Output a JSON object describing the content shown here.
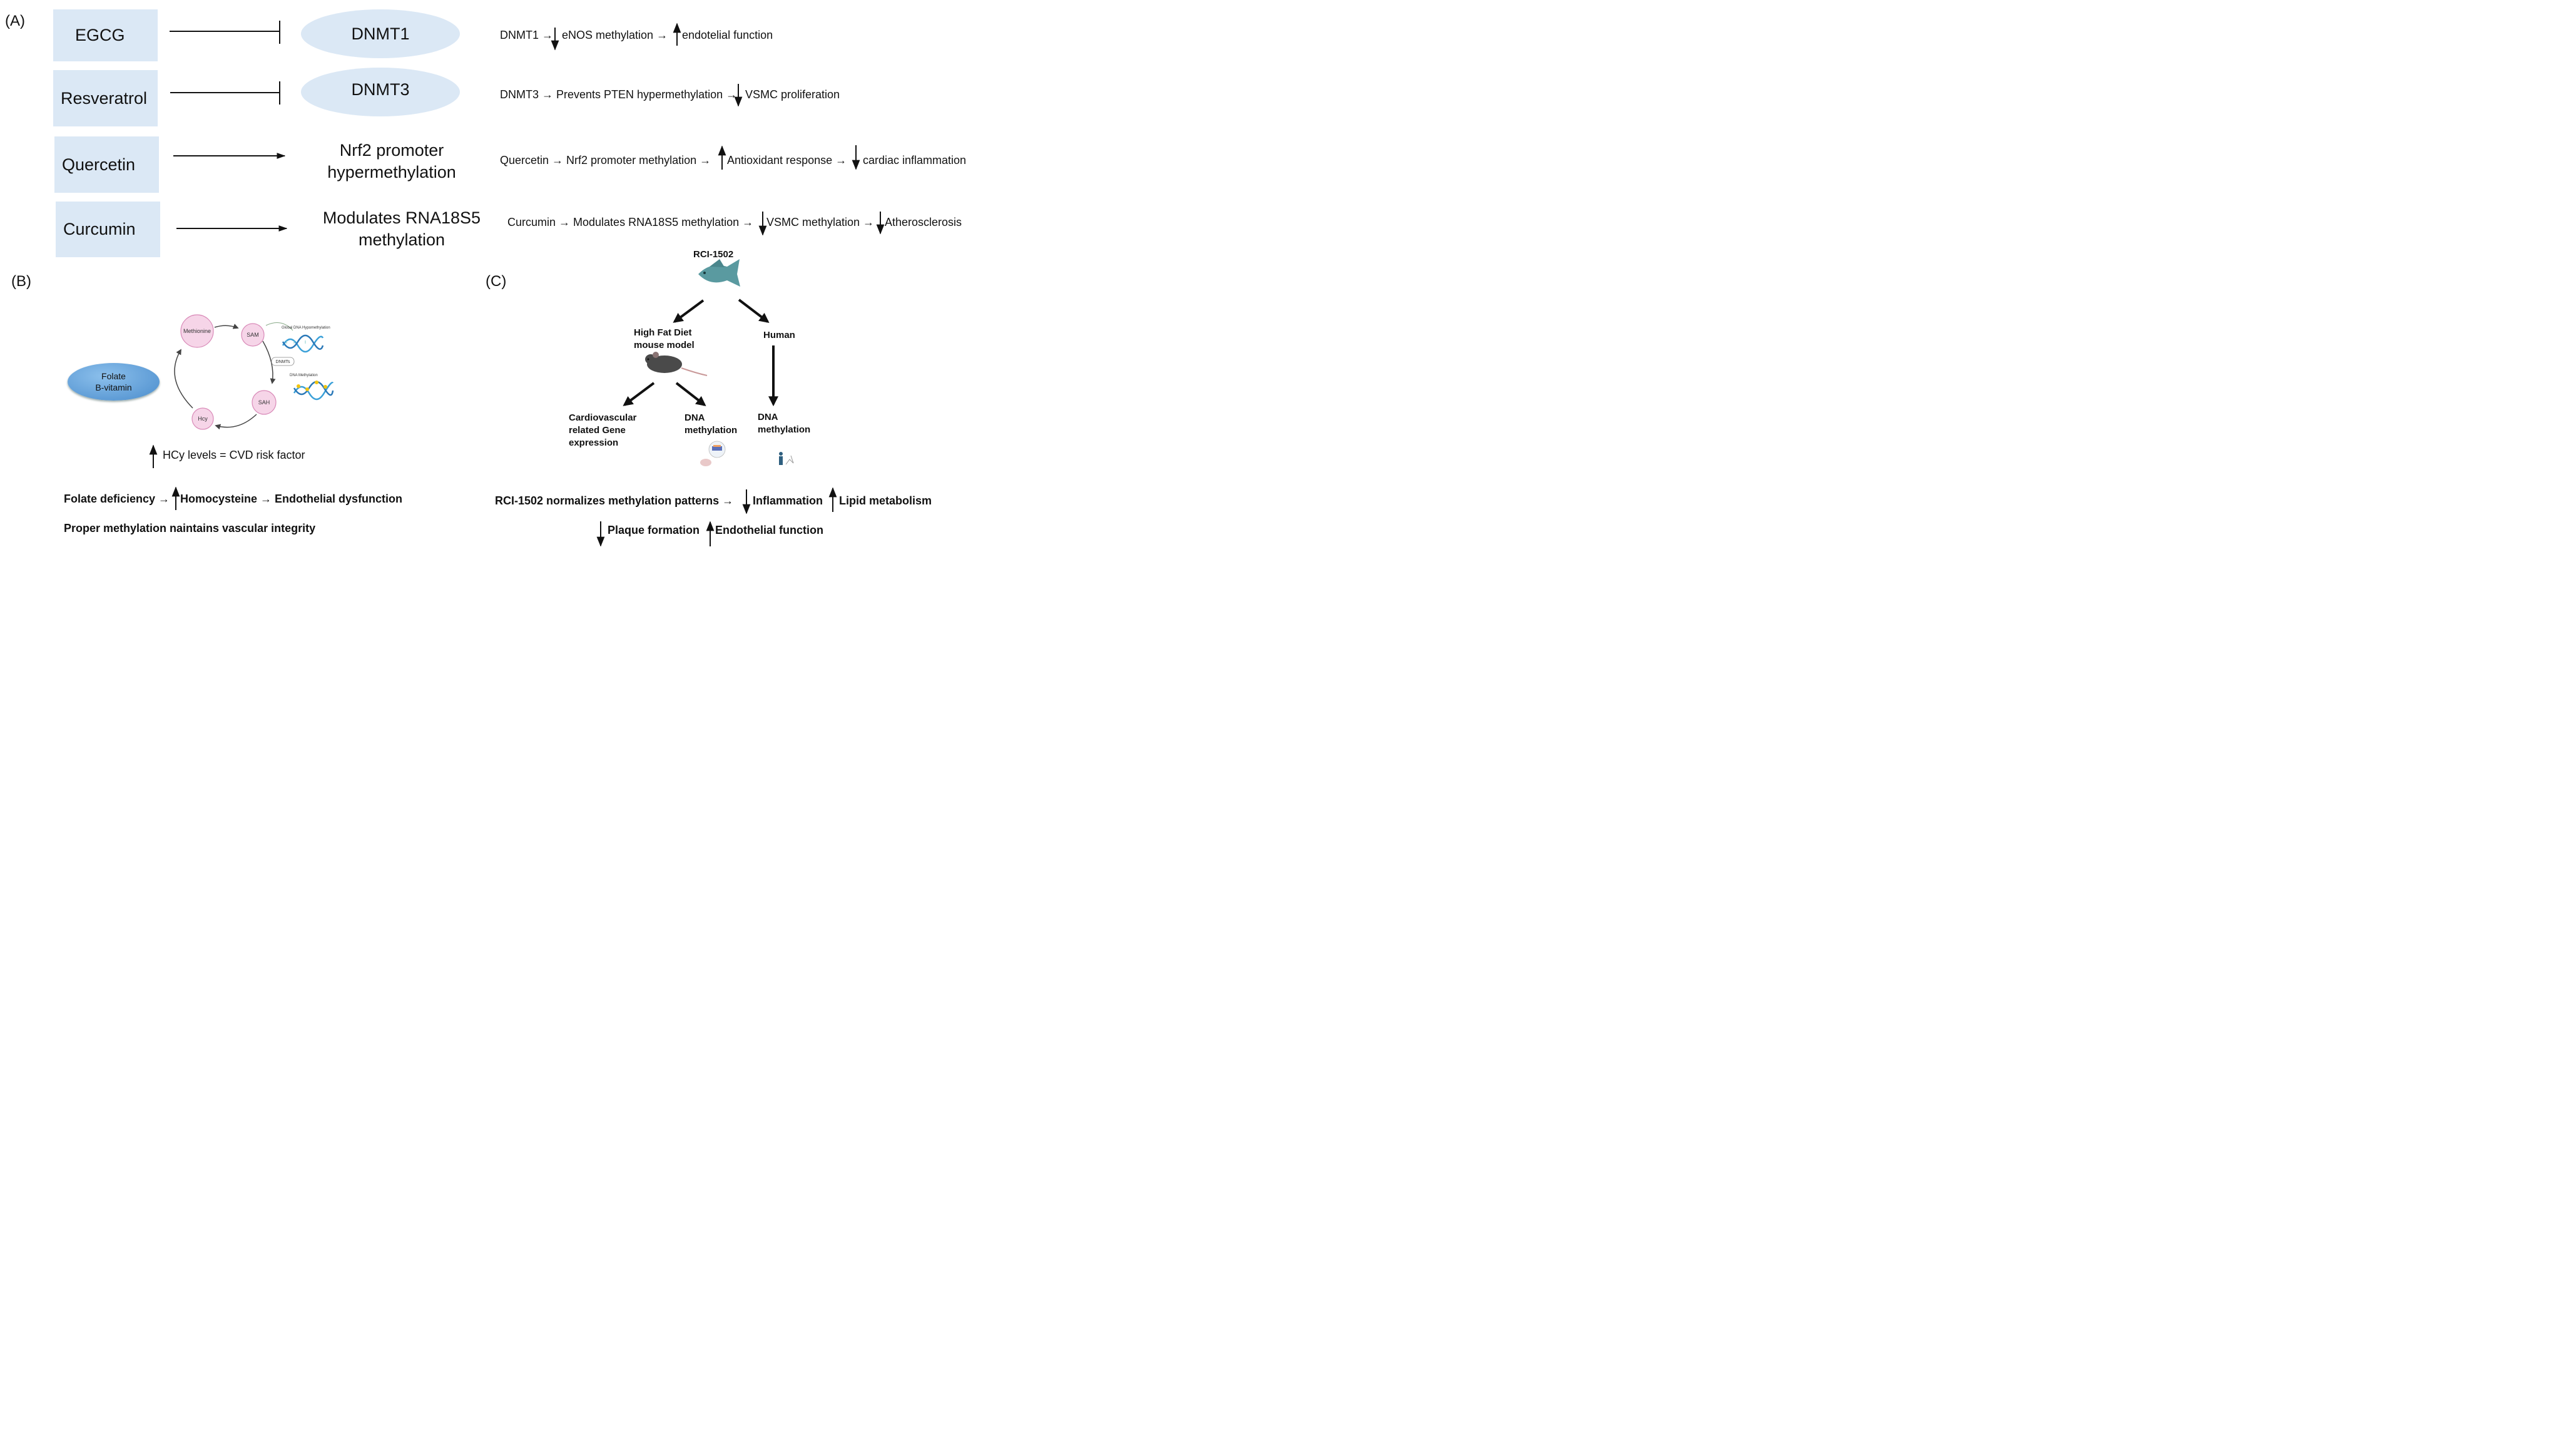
{
  "panel_a": {
    "label": "(A)",
    "rows": [
      {
        "compound": "EGCG",
        "target": "DNMT1",
        "effect_parts": [
          "DNMT1 →",
          "eNOS methylation →",
          "endotelial function"
        ]
      },
      {
        "compound": "Resveratrol",
        "target": "DNMT3",
        "effect_parts": [
          "DNMT3 → Prevents PTEN hypermethylation →",
          "VSMC proliferation"
        ]
      },
      {
        "compound": "Quercetin",
        "target_lines": [
          "Nrf2 promoter",
          "hypermethylation"
        ],
        "effect_parts": [
          "Quercetin → Nrf2 promoter methylation →",
          "Antioxidant response  →",
          "cardiac inflammation"
        ]
      },
      {
        "compound": "Curcumin",
        "target_lines": [
          "Modulates RNA18S5",
          "methylation"
        ],
        "effect_parts": [
          "Curcumin →  Modulates RNA18S5 methylation →",
          "VSMC methylation →",
          "Atherosclerosis"
        ]
      }
    ]
  },
  "panel_b": {
    "label": "(B)",
    "folate_lines": [
      "Folate",
      "B-vitamin"
    ],
    "cycle_nodes": {
      "methionine": "Methionine",
      "sam": "SAM",
      "sah": "SAH",
      "hcy": "Hcy"
    },
    "enzyme": "DNMTs",
    "global_hypo": "Global DNA Hypomethylation",
    "dna_methylation_small": "DNA Methylation",
    "hcy_note": "HCy levels = CVD risk factor",
    "statement1_parts": [
      "Folate deficiency →",
      "Homocysteine → Endothelial dysfunction"
    ],
    "statement2": "Proper methylation naintains vascular integrity"
  },
  "panel_c": {
    "label": "(C)",
    "root": "RCI-1502",
    "hfd_lines": [
      "High Fat Diet",
      "mouse model"
    ],
    "human": "Human",
    "cv_lines": [
      "Cardiovascular",
      "related Gene",
      "expression"
    ],
    "dna_meth_lines": [
      "DNA",
      "methylation"
    ],
    "summary1_parts": [
      "RCI-1502 normalizes methylation patterns →",
      "Inflammation",
      "Lipid metabolism"
    ],
    "summary2_parts": [
      "Plaque formation",
      "Endothelial function"
    ]
  },
  "colors": {
    "box_fill": "#dbe8f5",
    "folate_fill": "#5b9bd5",
    "node_fill": "#f6d5e8",
    "node_stroke": "#d98ab8",
    "fish": "#5a9aa0",
    "mouse": "#4a4a4a",
    "dna_blue": "#3aa0d8",
    "dna_yellow": "#f1c40f"
  }
}
